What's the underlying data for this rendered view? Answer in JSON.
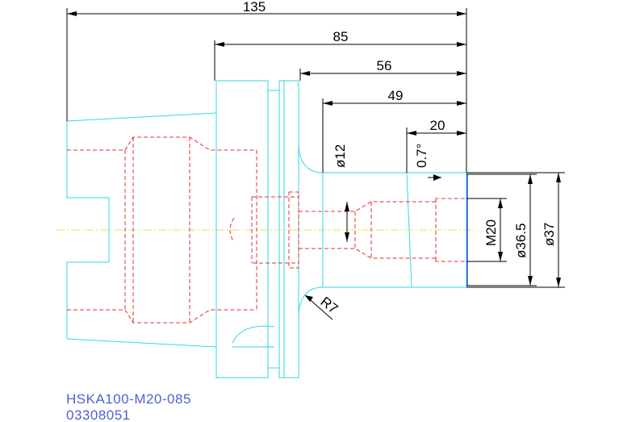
{
  "dimensions": {
    "overall_length": "135",
    "flange_to_end": "85",
    "shank_to_end": "56",
    "bore_to_end": "49",
    "nose_length": "20",
    "taper_angle": "0.7°",
    "bore_diameter": "ø12",
    "fillet_radius": "R7",
    "thread": "M20",
    "nose_diameter_small": "ø36.5",
    "nose_diameter_large": "ø37"
  },
  "title_block": {
    "part_name": "HSKA100-M20-085",
    "part_number": "03308051"
  },
  "colors": {
    "outline": "#33d6e6",
    "hidden": "#e03030",
    "dimension": "#000000",
    "centerline": "#e8e050",
    "face": "#2a4fd8",
    "title": "#4f5fd6"
  }
}
